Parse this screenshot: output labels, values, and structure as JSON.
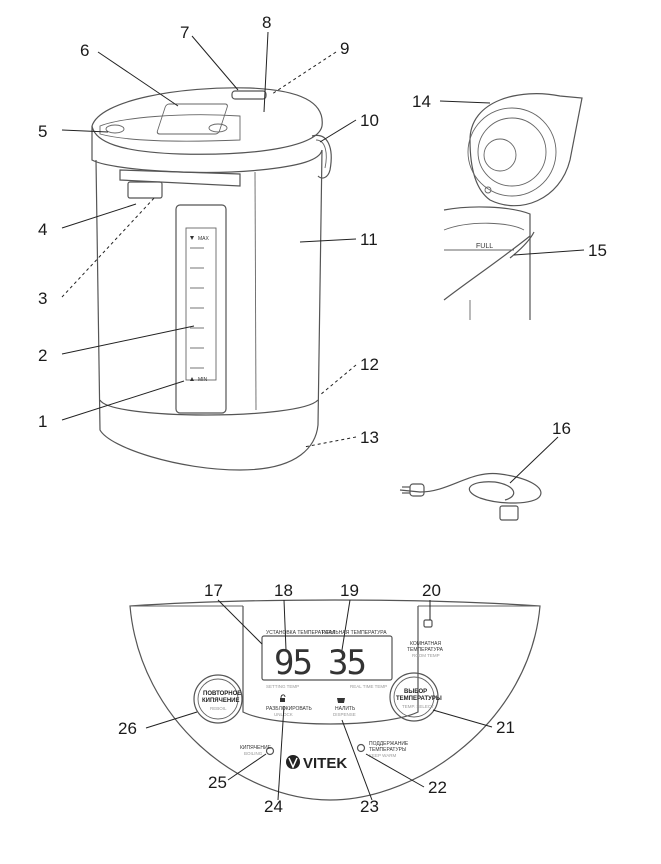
{
  "callouts": {
    "c1": "1",
    "c2": "2",
    "c3": "3",
    "c4": "4",
    "c5": "5",
    "c6": "6",
    "c7": "7",
    "c8": "8",
    "c9": "9",
    "c10": "10",
    "c11": "11",
    "c12": "12",
    "c13": "13",
    "c14": "14",
    "c15": "15",
    "c16": "16",
    "c17": "17",
    "c18": "18",
    "c19": "19",
    "c20": "20",
    "c21": "21",
    "c22": "22",
    "c23": "23",
    "c24": "24",
    "c25": "25",
    "c26": "26"
  },
  "kettle": {
    "max_label": "MAX",
    "min_label": "MIN",
    "full_label": "FULL"
  },
  "panel": {
    "set_temp_label": "УСТАНОВКА ТЕМПЕРАТУРЫ",
    "real_temp_label": "РЕАЛЬНАЯ ТЕМПЕРАТУРА",
    "set_temp_value": "95",
    "real_temp_value": "35",
    "setting_temp_en": "SETTING TEMP",
    "real_time_temp_en": "REAL TIME TEMP",
    "room_temp_ru_1": "КОМНАТНАЯ",
    "room_temp_ru_2": "ТЕМПЕРАТУРА",
    "room_temp_en": "ROOM TEMP",
    "reboil_ru_1": "ПОВТОРНОЕ",
    "reboil_ru_2": "КИПЯЧЕНИЕ",
    "reboil_en": "REBOIL",
    "temp_select_ru_1": "ВЫБОР",
    "temp_select_ru_2": "ТЕМПЕРАТУРЫ",
    "temp_select_en": "TEMP. SELECT",
    "unlock_ru": "РАЗБЛОКИРОВАТЬ",
    "unlock_en": "UNLOCK",
    "dispense_ru": "НАЛИТЬ",
    "dispense_en": "DISPENSE",
    "boiling_ru": "КИПЯЧЕНИЕ",
    "boiling_en": "BOILING",
    "keep_warm_ru_1": "ПОДДЕРЖАНИЕ",
    "keep_warm_ru_2": "ТЕМПЕРАТУРЫ",
    "keep_warm_en": "KEEP WARM",
    "brand": "VITEK"
  }
}
